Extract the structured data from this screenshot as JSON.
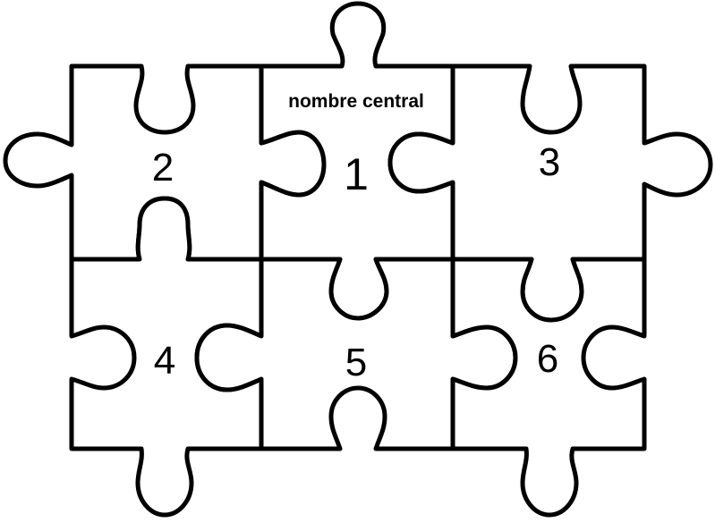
{
  "caption": "nombre central",
  "pieces": [
    {
      "id": "1",
      "label": "1"
    },
    {
      "id": "2",
      "label": "2"
    },
    {
      "id": "3",
      "label": "3"
    },
    {
      "id": "4",
      "label": "4"
    },
    {
      "id": "5",
      "label": "5"
    },
    {
      "id": "6",
      "label": "6"
    }
  ],
  "colors": {
    "stroke": "#000000",
    "fill": "#ffffff"
  }
}
